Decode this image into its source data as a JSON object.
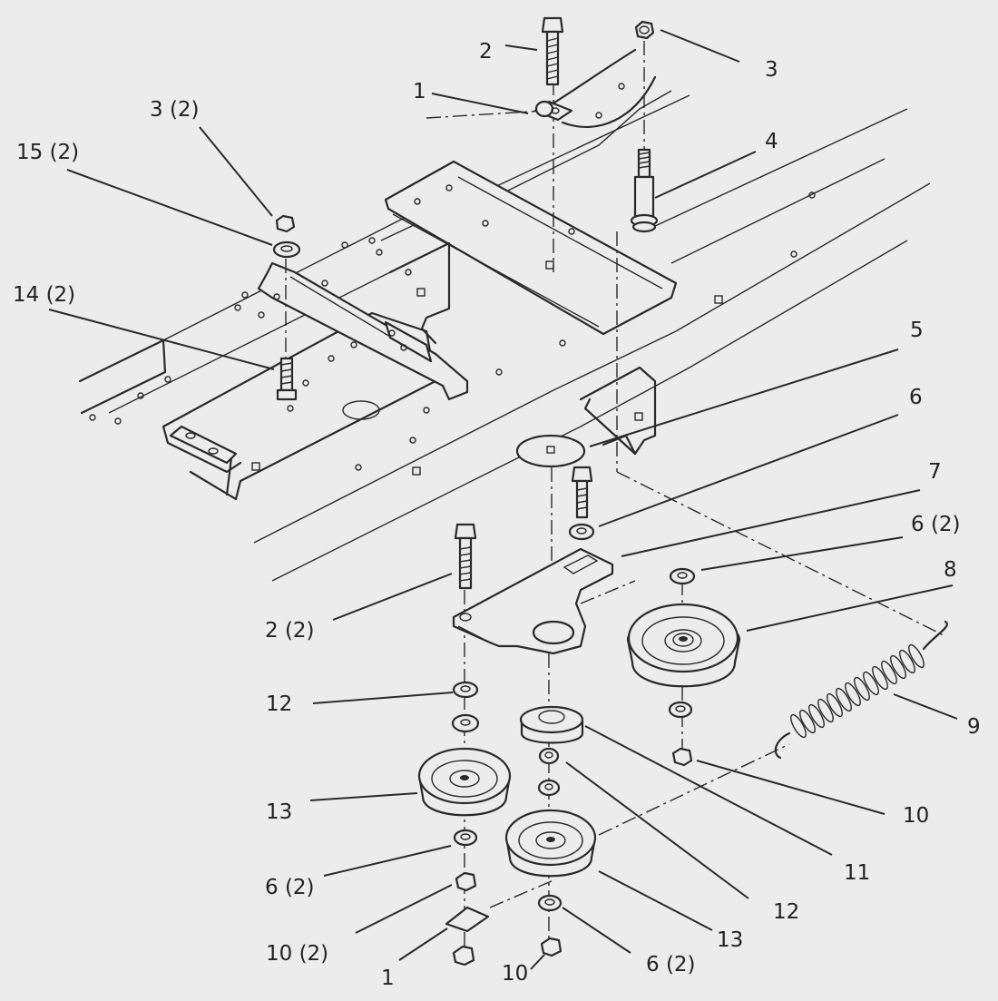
{
  "callouts": {
    "c_1a": "1",
    "c_2a": "2",
    "c_3a": "3",
    "c_3_2": "3 (2)",
    "c_15_2": "15 (2)",
    "c_4": "4",
    "c_14_2": "14 (2)",
    "c_5": "5",
    "c_6a": "6",
    "c_7": "7",
    "c_6_2a": "6 (2)",
    "c_8": "8",
    "c_2_2": "2 (2)",
    "c_12a": "12",
    "c_9": "9",
    "c_13a": "13",
    "c_10a": "10",
    "c_11": "11",
    "c_6_2b": "6 (2)",
    "c_12b": "12",
    "c_10_2": "10 (2)",
    "c_13b": "13",
    "c_1b": "1",
    "c_10b": "10",
    "c_6_2c": "6 (2)"
  },
  "colors": {
    "background": "#ececec",
    "line": "#2a2a2a"
  }
}
